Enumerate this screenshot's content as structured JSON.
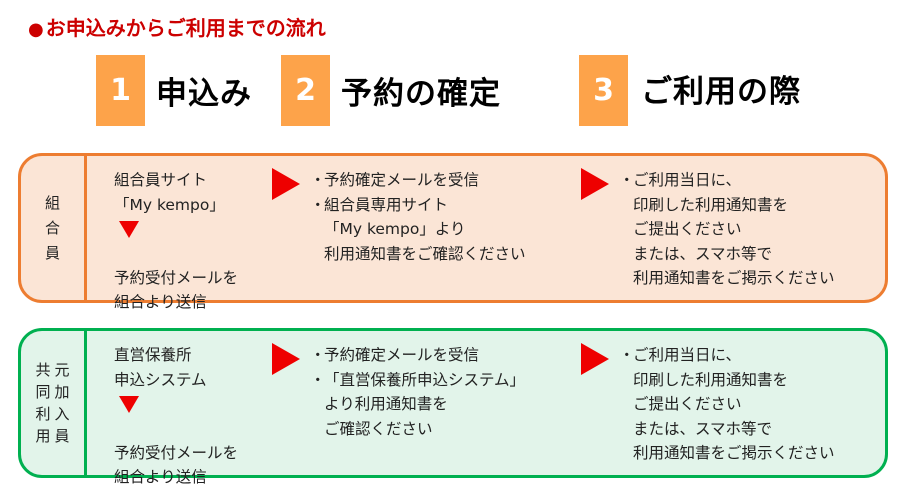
{
  "title": "お申込みからご利用までの流れ",
  "title_bullet": "●",
  "colors": {
    "title": "#cc0000",
    "step_box": "#fda34a",
    "orange_border": "#ed7d31",
    "orange_bg": "#fbe5d6",
    "green_border": "#00b050",
    "green_bg": "#e2f4ea",
    "arrow": "#ee0000"
  },
  "steps": [
    {
      "num": "1",
      "label": "申込み"
    },
    {
      "num": "2",
      "label": "予約の確定"
    },
    {
      "num": "3",
      "label": "ご利用の際"
    }
  ],
  "rows": [
    {
      "category": [
        "組",
        "合",
        "員"
      ],
      "step1": {
        "lines_before": [
          "組合員サイト",
          "「My kempo」"
        ],
        "arrow": "down-triangle",
        "lines_after": [
          "予約受付メールを",
          "組合より送信"
        ]
      },
      "step2": [
        {
          "bullet": "・",
          "text": "予約確定メールを受信"
        },
        {
          "bullet": "・",
          "text": "組合員専用サイト"
        },
        {
          "bullet": "",
          "text": "「My kempo」より"
        },
        {
          "bullet": "",
          "text": "利用通知書をご確認ください"
        }
      ],
      "step3": [
        {
          "bullet": "・",
          "text": "ご利用当日に、"
        },
        {
          "bullet": "",
          "text": "印刷した利用通知書を"
        },
        {
          "bullet": "",
          "text": "ご提出ください"
        },
        {
          "bullet": "",
          "text": "または、スマホ等で"
        },
        {
          "bullet": "",
          "text": "利用通知書をご掲示ください"
        }
      ]
    },
    {
      "category_cols": [
        [
          "元",
          "加",
          "入",
          "員"
        ],
        [
          "共",
          "同",
          "利",
          "用"
        ]
      ],
      "step1": {
        "lines_before": [
          "直営保養所",
          "申込システム"
        ],
        "arrow": "down-triangle",
        "lines_after": [
          "予約受付メールを",
          "組合より送信"
        ]
      },
      "step2": [
        {
          "bullet": "・",
          "text": "予約確定メールを受信"
        },
        {
          "bullet": "・",
          "text": "「直営保養所申込システム」"
        },
        {
          "bullet": "",
          "text": "より利用通知書を"
        },
        {
          "bullet": "",
          "text": "ご確認ください"
        }
      ],
      "step3": [
        {
          "bullet": "・",
          "text": "ご利用当日に、"
        },
        {
          "bullet": "",
          "text": "印刷した利用通知書を"
        },
        {
          "bullet": "",
          "text": "ご提出ください"
        },
        {
          "bullet": "",
          "text": "または、スマホ等で"
        },
        {
          "bullet": "",
          "text": "利用通知書をご掲示ください"
        }
      ]
    }
  ]
}
